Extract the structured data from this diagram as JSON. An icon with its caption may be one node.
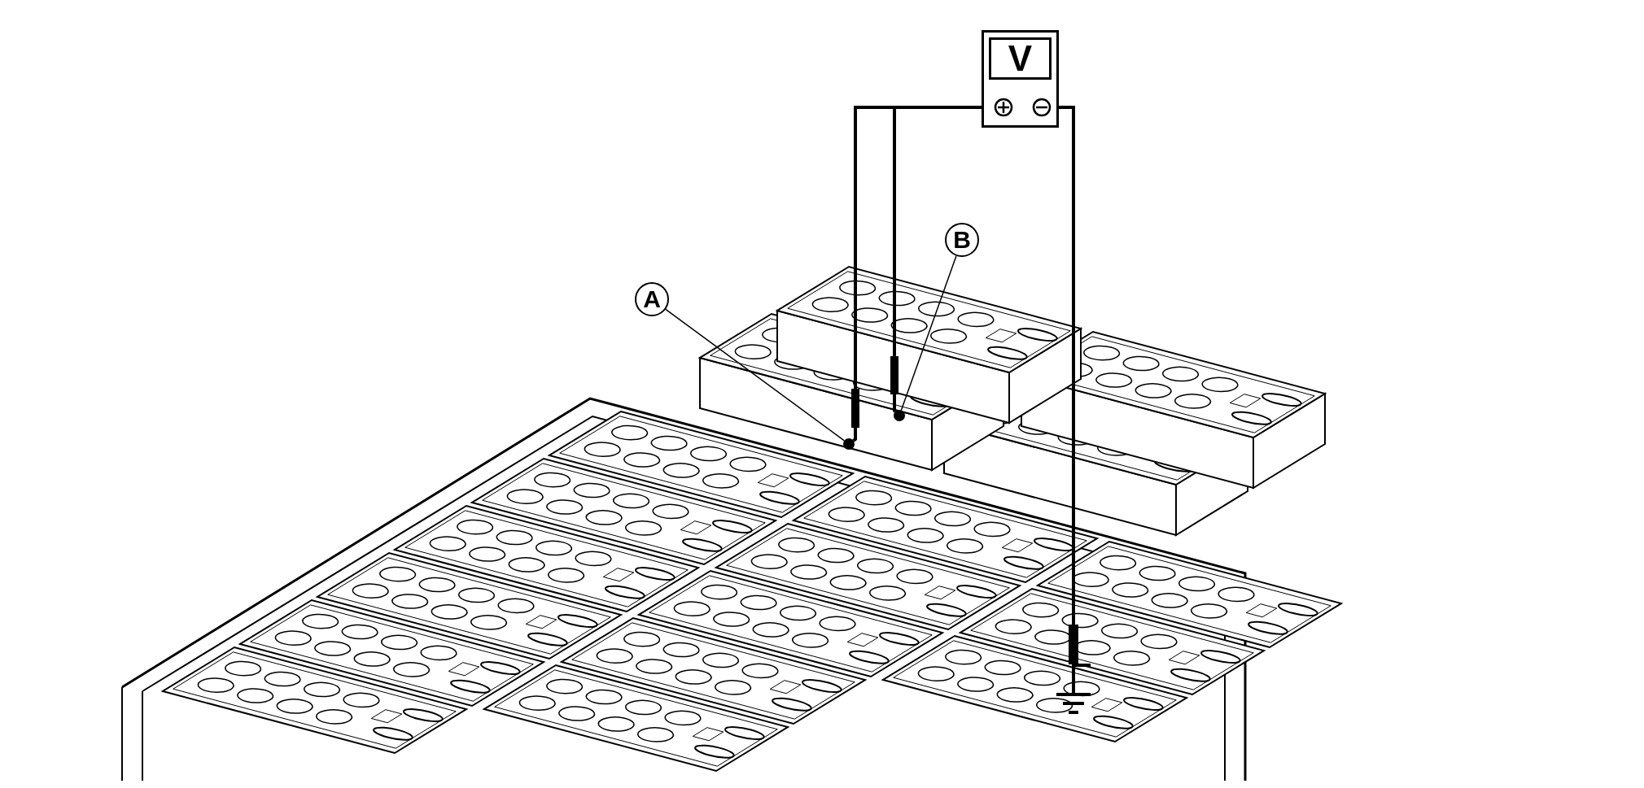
{
  "diagram": {
    "nodes": [
      {
        "text": [
          "V"
        ]
      },
      {
        "text": [
          "A"
        ]
      },
      {
        "text": [
          "B"
        ]
      },
      {
        "text": [],
        "shape": "circle"
      },
      {
        "text": [],
        "shape": "circle"
      },
      {
        "text": [],
        "shape": "picture"
      }
    ],
    "edges": [
      {
        "from": 1,
        "to": 3,
        "arrow": "none"
      },
      {
        "from": 2,
        "to": 4,
        "arrow": "none"
      },
      {
        "from": 0,
        "to": 3,
        "arrow": "none"
      },
      {
        "from": 0,
        "to": 4,
        "arrow": "none"
      },
      {
        "from": 0,
        "to": 5,
        "arrow": "none"
      }
    ]
  }
}
